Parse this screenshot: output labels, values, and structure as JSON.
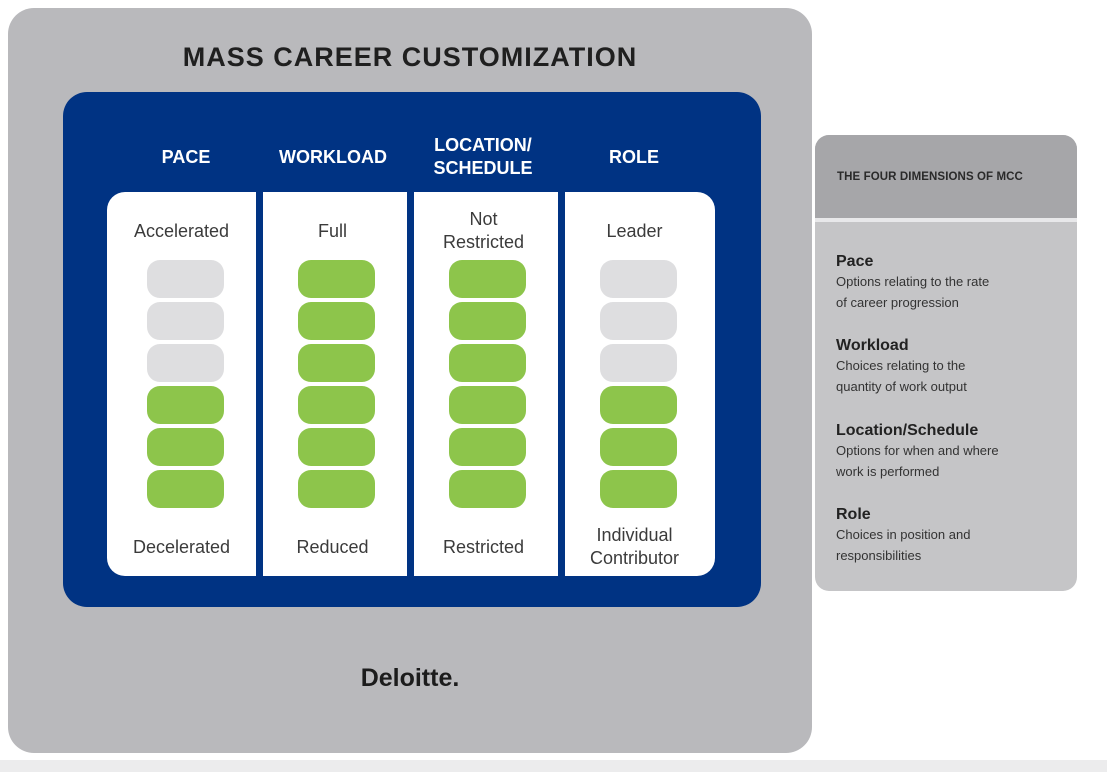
{
  "title": "MASS CAREER CUSTOMIZATION",
  "brand": "Deloitte.",
  "colors": {
    "panel_gray": "#b9b9bc",
    "navy": "#003383",
    "active_level": "#8dc54b",
    "inactive_level": "#dedee0"
  },
  "columns": [
    {
      "header": "PACE",
      "top_label": "Accelerated",
      "bottom_label": "Decelerated",
      "active_levels": 3,
      "total_levels": 6
    },
    {
      "header": "WORKLOAD",
      "top_label": "Full",
      "bottom_label": "Reduced",
      "active_levels": 6,
      "total_levels": 6
    },
    {
      "header": "LOCATION/\nSCHEDULE",
      "top_label": "Not\nRestricted",
      "bottom_label": "Restricted",
      "active_levels": 6,
      "total_levels": 6
    },
    {
      "header": "ROLE",
      "top_label": "Leader",
      "bottom_label": "Individual\nContributor",
      "active_levels": 3,
      "total_levels": 6
    }
  ],
  "side_panel": {
    "title": "THE FOUR DIMENSIONS OF MCC",
    "dimensions": [
      {
        "name": "Pace",
        "description": "Options relating to the rate\nof career progression"
      },
      {
        "name": "Workload",
        "description": "Choices relating to the\nquantity of work output"
      },
      {
        "name": "Location/Schedule",
        "description": "Options for when and where\nwork is performed"
      },
      {
        "name": "Role",
        "description": "Choices in position and\nresponsibilities"
      }
    ]
  }
}
